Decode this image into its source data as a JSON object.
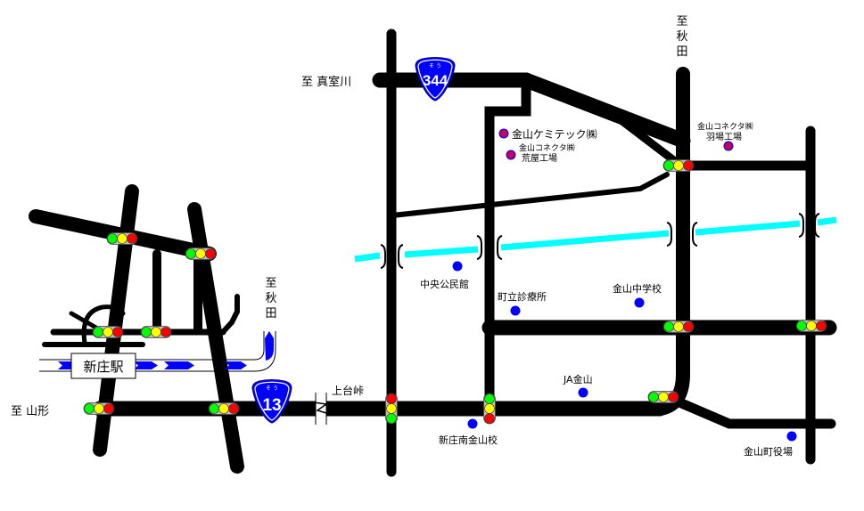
{
  "colors": {
    "road": "#000000",
    "river": "#00ffff",
    "railway_arrow": "#0000ff",
    "route_shield": "#0000ff",
    "poi_blue": "#0000ff",
    "poi_factory": "#c0005a",
    "signal_green": "#00ff00",
    "signal_yellow": "#ffff00",
    "signal_red": "#ff0000",
    "signal_housing": "#c0c0c0"
  },
  "directions": {
    "to_yamagata": "至 山形",
    "to_mamurogawa": "至 真室川",
    "to_akita_left": [
      "至",
      "秋",
      "田"
    ],
    "to_akita_right": [
      "至",
      "秋",
      "田"
    ]
  },
  "station": {
    "name": "新庄駅"
  },
  "routes": [
    {
      "number": "13",
      "kana": "そ う"
    },
    {
      "number": "344",
      "kana": "そ う"
    }
  ],
  "place_labels": {
    "kamidaitouge": "上台峠"
  },
  "pois": [
    {
      "name": "金山ケミテック㈱",
      "type": "factory"
    },
    {
      "name": "金山コネクタ㈱",
      "sub": "荒屋工場",
      "type": "factory"
    },
    {
      "name": "金山コネクタ㈱",
      "sub": "羽場工場",
      "type": "factory"
    },
    {
      "name": "中央公民館",
      "type": "facility"
    },
    {
      "name": "町立診療所",
      "type": "facility"
    },
    {
      "name": "金山中学校",
      "type": "facility"
    },
    {
      "name": "JA金山",
      "type": "facility"
    },
    {
      "name": "新庄南金山校",
      "type": "facility"
    },
    {
      "name": "金山町役場",
      "type": "facility"
    }
  ]
}
